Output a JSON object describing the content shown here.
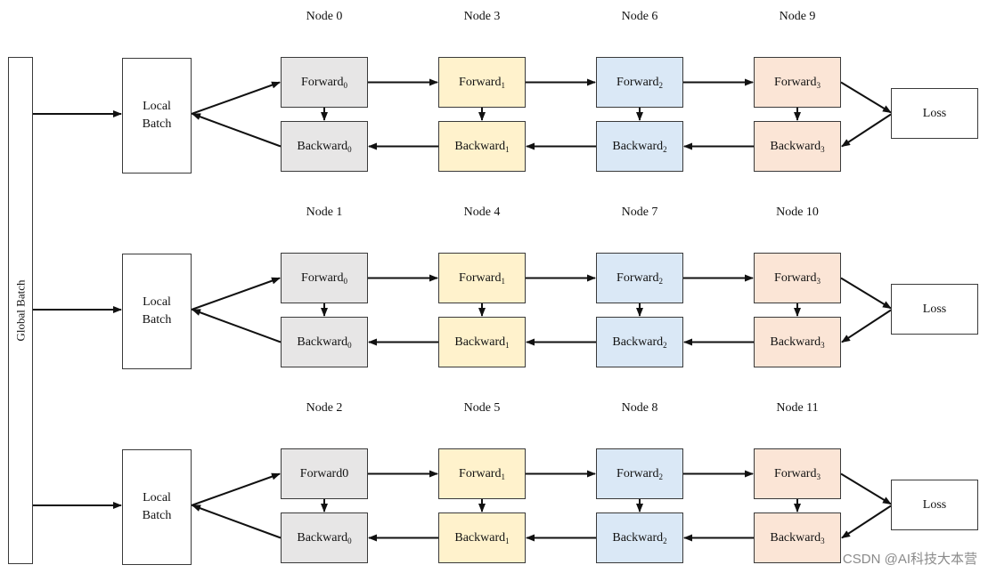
{
  "global_batch": "Global Batch",
  "local_batch": {
    "line1": "Local",
    "line2": "Batch"
  },
  "loss": "Loss",
  "stage_colors": [
    "#e7e6e6",
    "#fff2cc",
    "#dae8f6",
    "#fbe5d6"
  ],
  "rows": [
    {
      "nodes": [
        "Node 0",
        "Node 3",
        "Node 6",
        "Node 9"
      ],
      "forward": [
        {
          "text": "Forward",
          "sub": "0"
        },
        {
          "text": "Forward",
          "sub": "1"
        },
        {
          "text": "Forward",
          "sub": "2"
        },
        {
          "text": "Forward",
          "sub": "3"
        }
      ],
      "backward": [
        {
          "text": "Backward",
          "sub": "0"
        },
        {
          "text": "Backward",
          "sub": "1"
        },
        {
          "text": "Backward",
          "sub": "2"
        },
        {
          "text": "Backward",
          "sub": "3"
        }
      ]
    },
    {
      "nodes": [
        "Node 1",
        "Node 4",
        "Node 7",
        "Node 10"
      ],
      "forward": [
        {
          "text": "Forward",
          "sub": "0"
        },
        {
          "text": "Forward",
          "sub": "1"
        },
        {
          "text": "Forward",
          "sub": "2"
        },
        {
          "text": "Forward",
          "sub": "3"
        }
      ],
      "backward": [
        {
          "text": "Backward",
          "sub": "0"
        },
        {
          "text": "Backward",
          "sub": "1"
        },
        {
          "text": "Backward",
          "sub": "2"
        },
        {
          "text": "Backward",
          "sub": "3"
        }
      ]
    },
    {
      "nodes": [
        "Node 2",
        "Node 5",
        "Node 8",
        "Node 11"
      ],
      "forward": [
        {
          "text": "Forward0",
          "sub": ""
        },
        {
          "text": "Forward",
          "sub": "1"
        },
        {
          "text": "Forward",
          "sub": "2"
        },
        {
          "text": "Forward",
          "sub": "3"
        }
      ],
      "backward": [
        {
          "text": "Backward",
          "sub": "0"
        },
        {
          "text": "Backward",
          "sub": "1"
        },
        {
          "text": "Backward",
          "sub": "2"
        },
        {
          "text": "Backward",
          "sub": "3"
        }
      ]
    }
  ],
  "watermark": "CSDN @AI科技大本营"
}
